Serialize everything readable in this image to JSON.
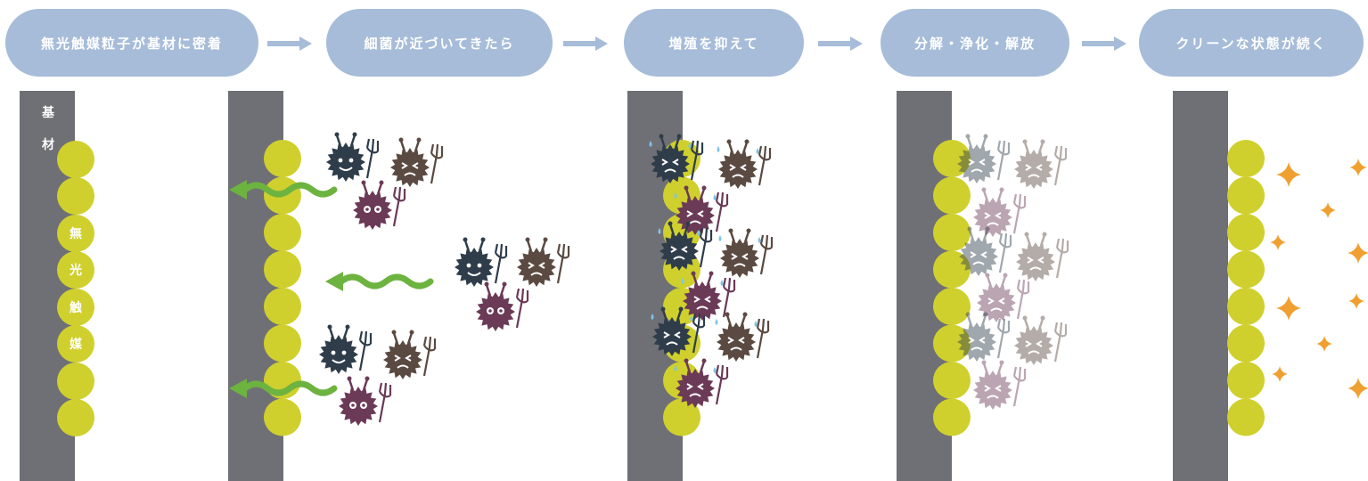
{
  "steps": [
    {
      "label": "無光触媒粒子が基材に密着"
    },
    {
      "label": "細菌が近づいてきたら"
    },
    {
      "label": "増殖を抑えて"
    },
    {
      "label": "分解・浄化・解放"
    },
    {
      "label": "クリーンな状態が続く"
    }
  ],
  "panel1": {
    "substrate_chars": [
      "基",
      "材"
    ],
    "particle_chars": [
      "無",
      "光",
      "触",
      "媒"
    ]
  },
  "colors": {
    "pill": "#a6bcd9",
    "arrow": "#a6bcd9",
    "substrate": "#6f7075",
    "particle": "#cfd02d",
    "wave": "#6db33f",
    "germ_navy": "#2f3d4b",
    "germ_brown": "#5a4a41",
    "germ_purple": "#6b3a57",
    "sparkle": "#f0a030"
  },
  "icons": [
    "arrow-right-icon",
    "wave-arrow-icon",
    "germ-icon",
    "sparkle-icon",
    "sweat-drop-icon"
  ]
}
